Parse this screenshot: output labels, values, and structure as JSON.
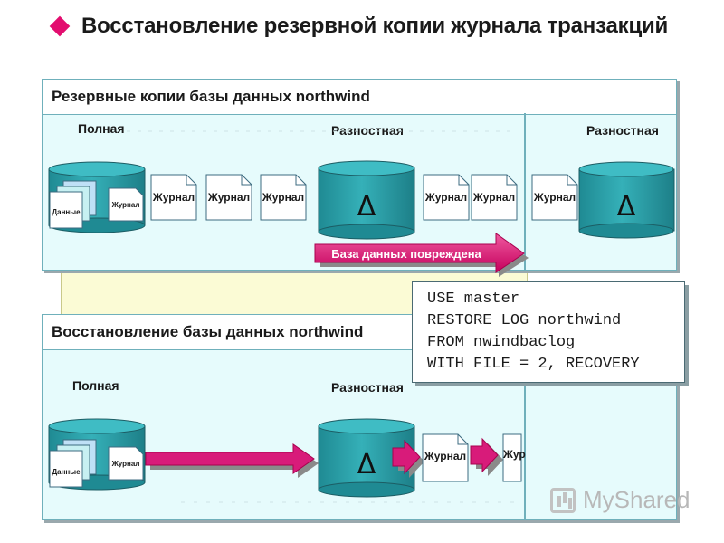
{
  "title": "Восстановление резервной копии журнала транзакций",
  "top_panel": {
    "heading": "Резервные копии базы данных northwind",
    "col_full": "Полная",
    "col_diff1": "Разностная",
    "col_diff2": "Разностная",
    "damaged_label": "База данных повреждена"
  },
  "bottom_panel": {
    "heading": "Восстановление базы данных northwind",
    "col_full": "Полная",
    "col_diff": "Разностная"
  },
  "labels": {
    "log": "Журнал",
    "log_truncated": "Жур",
    "data": "Данные",
    "delta": "Δ"
  },
  "code_lines": [
    "USE master",
    "RESTORE LOG northwind",
    "FROM nwindbaclog",
    "WITH FILE = 2, RECOVERY"
  ],
  "watermark": "MyShared",
  "colors": {
    "accent": "#e30d6f",
    "cylinder": "#2a9aa3",
    "panel_bg": "#e6fbfc",
    "restore_arrow": "#d81b7a"
  },
  "icons": {
    "bullet": "diamond",
    "damage_arrow": "arrow-right"
  }
}
